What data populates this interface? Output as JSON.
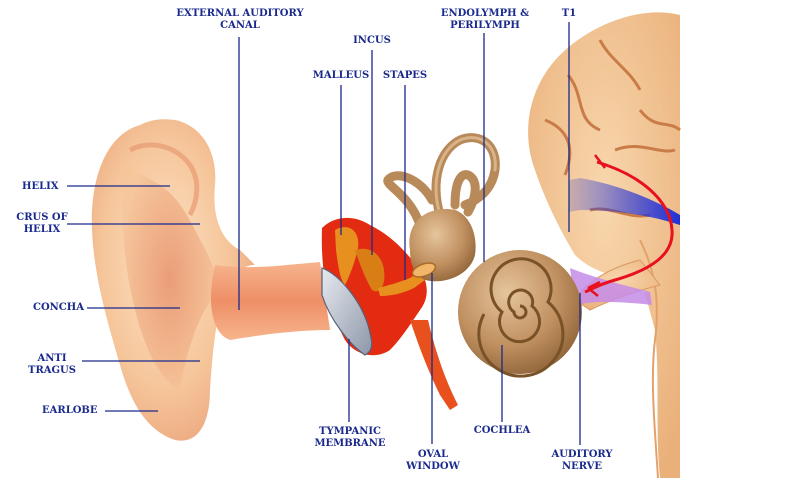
{
  "labels": {
    "helix": "HELIX",
    "crus_of_helix": "CRUS OF\nHELIX",
    "concha": "CONCHA",
    "anti_tragus": "ANTI\nTRAGUS",
    "earlobe": "EARLOBE",
    "external_auditory_canal": "EXTERNAL AUDITORY\nCANAL",
    "malleus": "MALLEUS",
    "incus": "INCUS",
    "stapes": "STAPES",
    "endolymph_perilymph": "ENDOLYMPH &\nPERILYMPH",
    "t1": "T1",
    "tympanic_membrane": "TYMPANIC\nMEMBRANE",
    "oval_window": "OVAL\nWINDOW",
    "cochlea": "COCHLEA",
    "auditory_nerve": "AUDITORY\nNERVE"
  },
  "colors": {
    "label_text": "#1a2a8c",
    "skin": "#f6c99c",
    "skin_shadow": "#e89a72",
    "middle_ear_red": "#e32b12",
    "ossicle_orange": "#e8901f",
    "cochlea_tan": "#b88a5a",
    "brain": "#f3c38c",
    "nerve_purple": "#c48be8",
    "vessel_red": "#e8101e",
    "vessel_blue": "#2030d8"
  }
}
